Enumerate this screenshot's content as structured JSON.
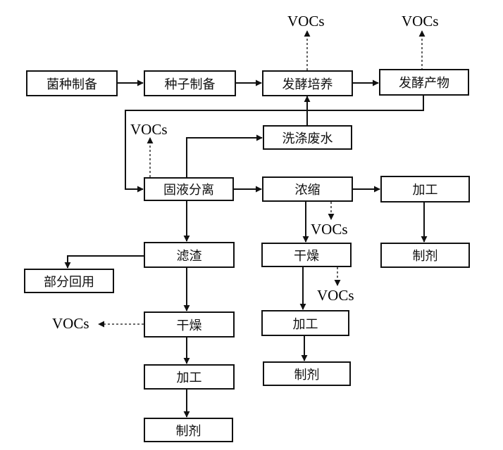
{
  "nodes": {
    "strain_prep": "菌种制备",
    "seed_prep": "种子制备",
    "fermentation": "发酵培养",
    "fermentation_product": "发酵产物",
    "wash_wastewater": "洗涤废水",
    "solid_liquid_sep": "固液分离",
    "concentrate": "浓缩",
    "process_right": "加工",
    "formulation_right": "制剂",
    "filter_residue": "滤渣",
    "partial_reuse": "部分回用",
    "dry_left": "干燥",
    "process_left": "加工",
    "formulation_left": "制剂",
    "dry_mid": "干燥",
    "process_mid": "加工",
    "formulation_mid": "制剂"
  },
  "emissions": {
    "fermentation": "VOCs",
    "fermentation_product": "VOCs",
    "solid_liquid_sep": "VOCs",
    "concentrate": "VOCs",
    "dry_mid": "VOCs",
    "dry_left": "VOCs"
  }
}
